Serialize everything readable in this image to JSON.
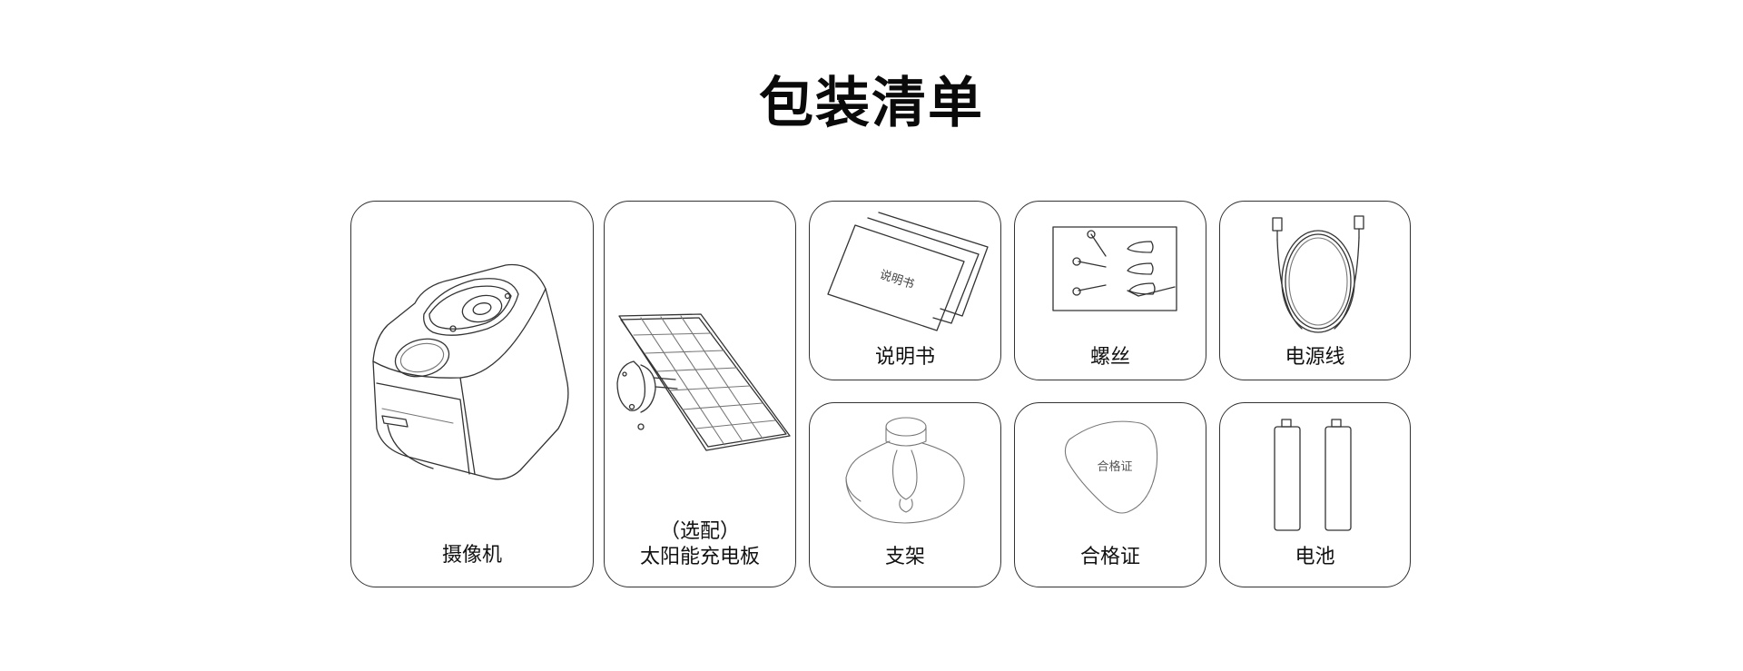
{
  "page_title": "包装清单",
  "items": {
    "camera": {
      "label": "摄像机",
      "icon": "security-camera-icon"
    },
    "solar_panel": {
      "label_note": "（选配）",
      "label": "太阳能充电板",
      "icon": "solar-panel-icon"
    },
    "manual": {
      "label": "说明书",
      "icon_text": "说明书",
      "icon": "manual-booklet-icon"
    },
    "screws": {
      "label": "螺丝",
      "icon": "screws-pack-icon"
    },
    "power_cable": {
      "label": "电源线",
      "icon": "usb-cable-icon"
    },
    "bracket": {
      "label": "支架",
      "icon": "mount-bracket-icon"
    },
    "certificate": {
      "label": "合格证",
      "icon_text": "合格证",
      "icon": "certificate-card-icon"
    },
    "battery": {
      "label": "电池",
      "icon": "batteries-icon"
    }
  },
  "colors": {
    "background": "#ffffff",
    "line": "#333333",
    "text": "#111111"
  }
}
